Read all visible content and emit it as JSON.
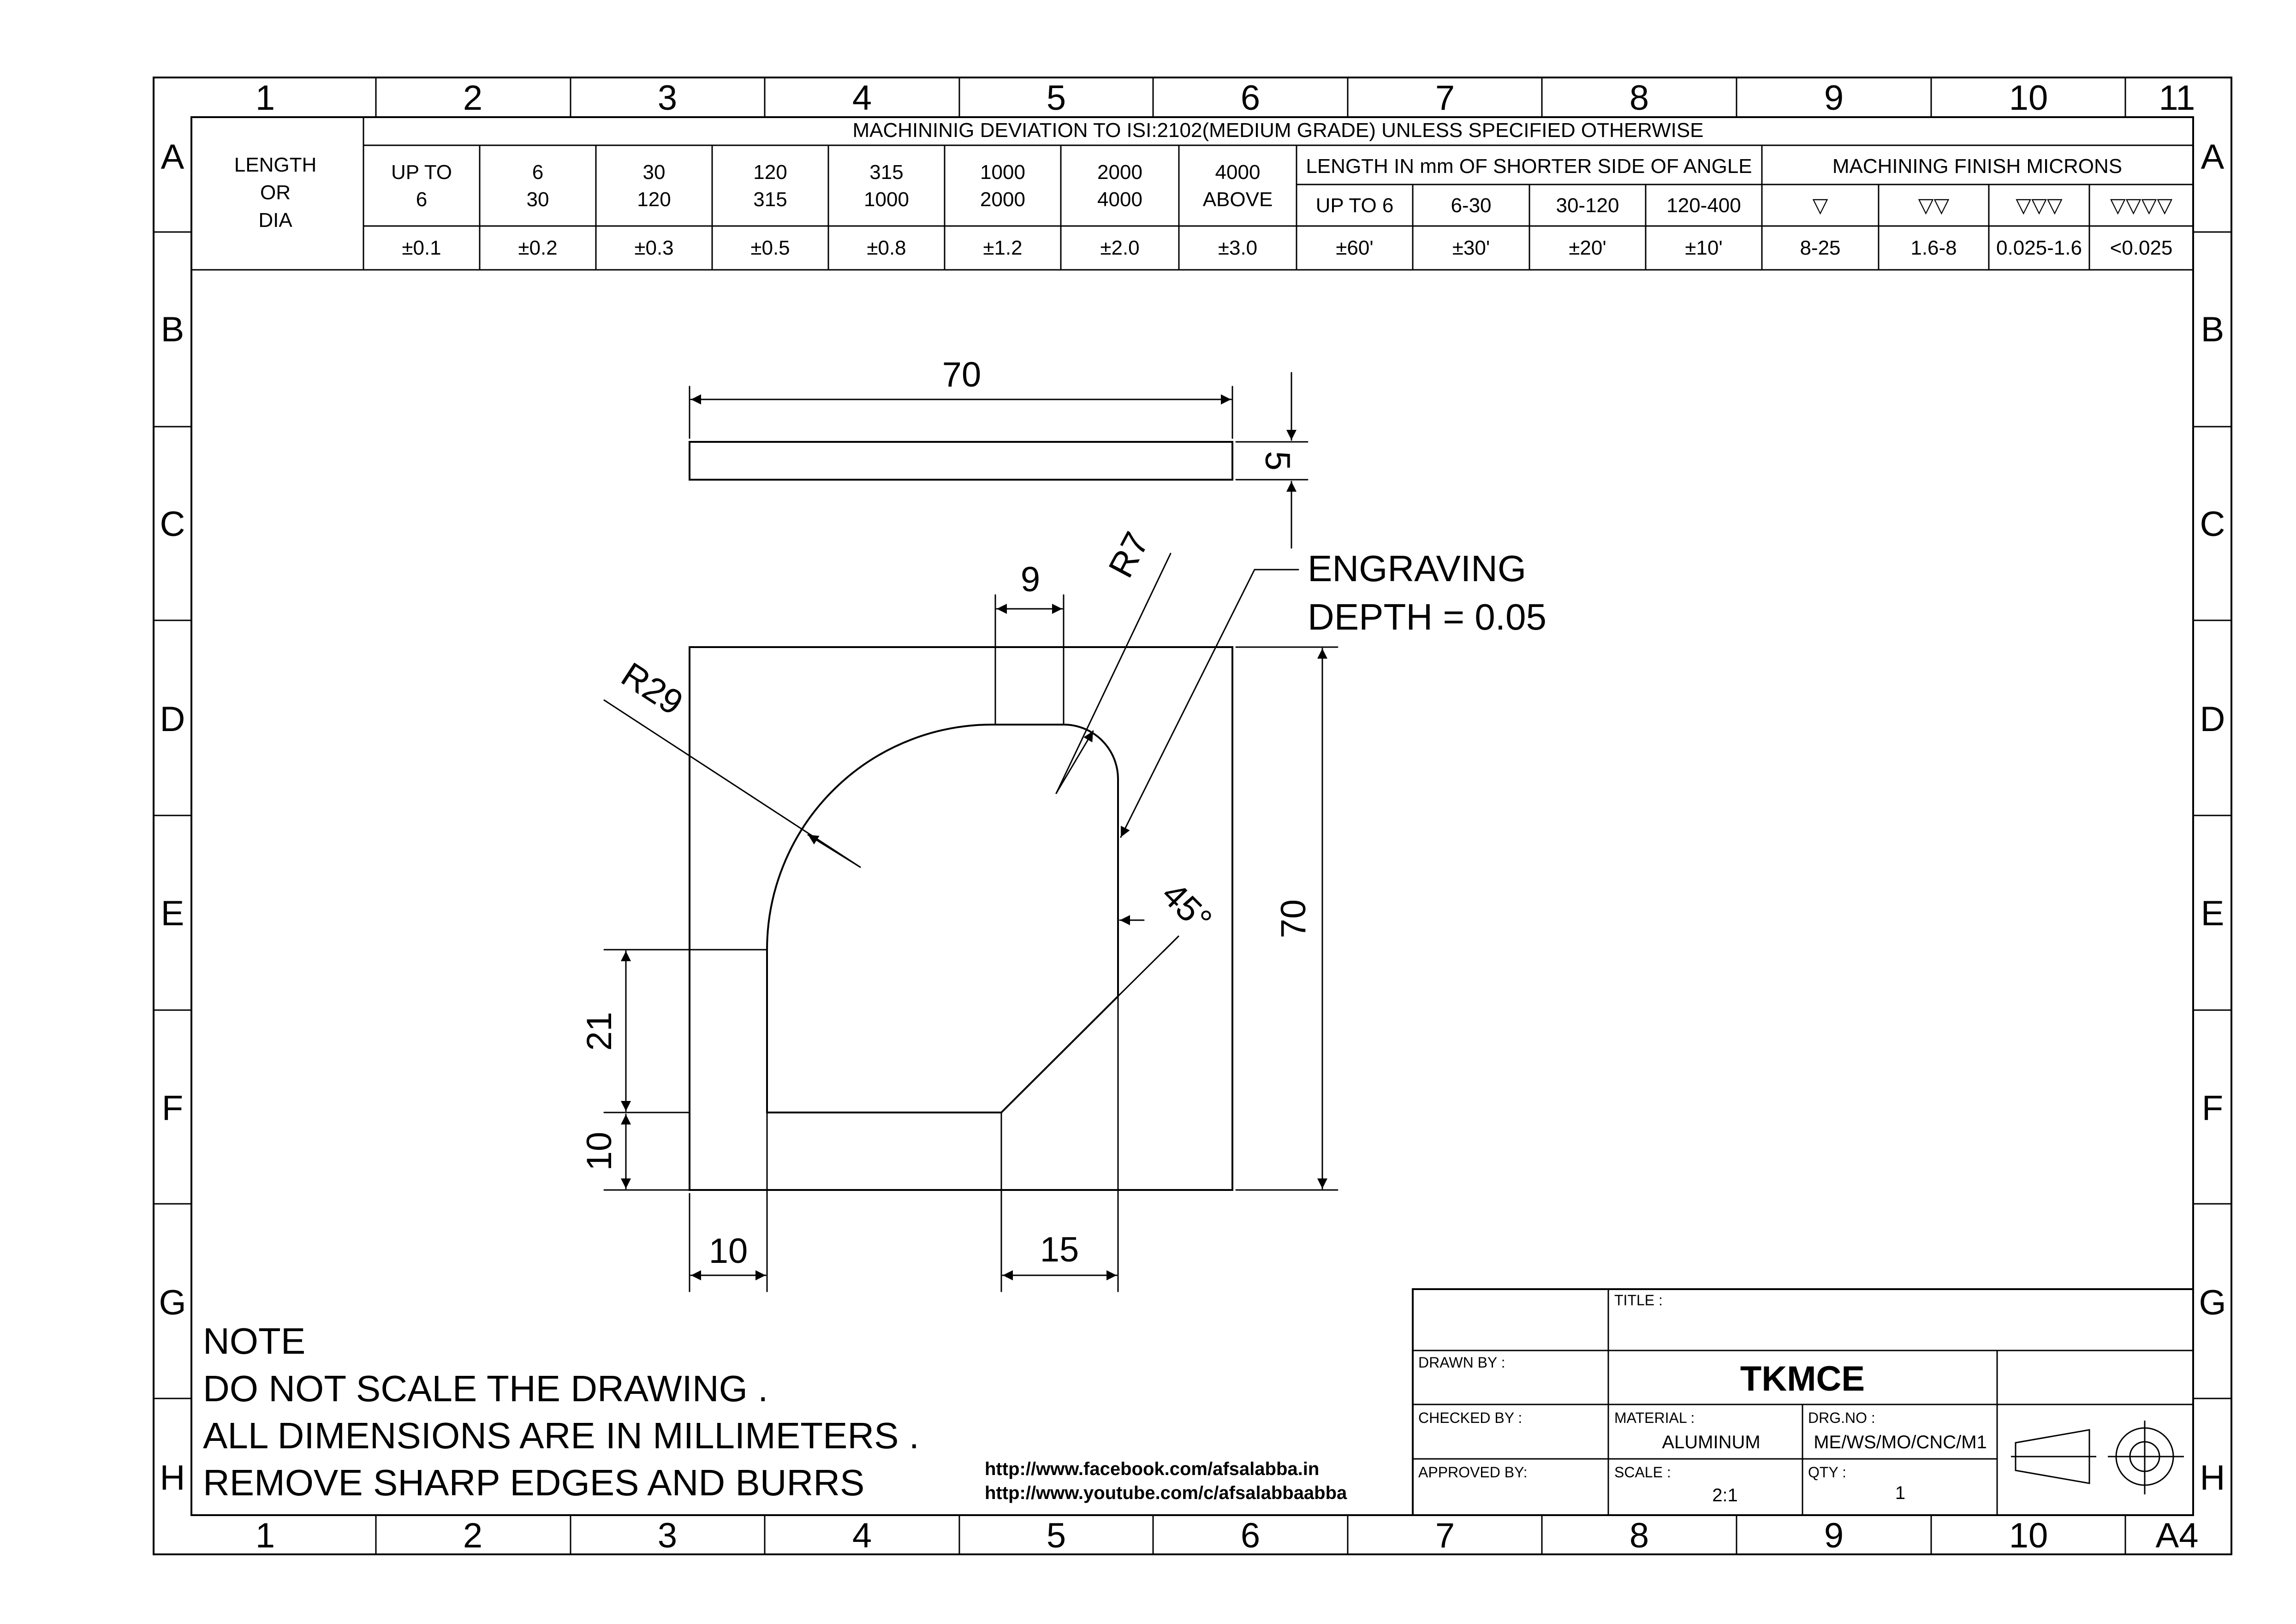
{
  "frame": {
    "columns": [
      "1",
      "2",
      "3",
      "4",
      "5",
      "6",
      "7",
      "8",
      "9",
      "10",
      "11"
    ],
    "bottom_columns": [
      "1",
      "2",
      "3",
      "4",
      "5",
      "6",
      "7",
      "8",
      "9",
      "10"
    ],
    "sheet_size": "A4",
    "rows": [
      "A",
      "B",
      "C",
      "D",
      "E",
      "F",
      "G",
      "H"
    ]
  },
  "tolerance_table": {
    "header": "MACHININIG DEVIATION TO ISI:2102(MEDIUM GRADE) UNLESS SPECIFIED OTHERWISE",
    "length_label": [
      "LENGTH",
      "OR",
      "DIA"
    ],
    "ranges": [
      {
        "top": "UP TO",
        "bottom": "6",
        "tol": "±0.1"
      },
      {
        "top": "6",
        "bottom": "30",
        "tol": "±0.2"
      },
      {
        "top": "30",
        "bottom": "120",
        "tol": "±0.3"
      },
      {
        "top": "120",
        "bottom": "315",
        "tol": "±0.5"
      },
      {
        "top": "315",
        "bottom": "1000",
        "tol": "±0.8"
      },
      {
        "top": "1000",
        "bottom": "2000",
        "tol": "±1.2"
      },
      {
        "top": "2000",
        "bottom": "4000",
        "tol": "±2.0"
      },
      {
        "top": "4000",
        "bottom": "ABOVE",
        "tol": "±3.0"
      }
    ],
    "angle_header": "LENGTH IN mm OF SHORTER SIDE OF ANGLE",
    "angles": [
      {
        "range": "UP TO 6",
        "tol": "±60'"
      },
      {
        "range": "6-30",
        "tol": "±30'"
      },
      {
        "range": "30-120",
        "tol": "±20'"
      },
      {
        "range": "120-400",
        "tol": "±10'"
      }
    ],
    "finish_header": "MACHINING FINISH MICRONS",
    "finishes": [
      {
        "symbol": "▽",
        "value": "8-25"
      },
      {
        "symbol": "▽▽",
        "value": "1.6-8"
      },
      {
        "symbol": "▽▽▽",
        "value": "0.025-1.6"
      },
      {
        "symbol": "▽▽▽▽",
        "value": "<0.025"
      }
    ]
  },
  "drawing": {
    "dim_length_top": "70",
    "dim_thickness": "5",
    "dim_height": "70",
    "dim_flat_top": "9",
    "dim_r7": "R7",
    "dim_r29": "R29",
    "dim_angle": "45°",
    "dim_21": "21",
    "dim_10_vertical": "10",
    "dim_10_horizontal": "10",
    "dim_15": "15",
    "engraving_line1": "ENGRAVING",
    "engraving_line2": "DEPTH = 0.05"
  },
  "notes": {
    "heading": "NOTE",
    "lines": [
      "DO NOT SCALE THE DRAWING .",
      "ALL DIMENSIONS ARE IN MILLIMETERS .",
      "REMOVE SHARP EDGES AND BURRS"
    ]
  },
  "links": {
    "facebook": "http://www.facebook.com/afsalabba.in",
    "youtube": "http://www.youtube.com/c/afsalabbaabba"
  },
  "title_block": {
    "title_label": "TITLE :",
    "drawn_by_label": "DRAWN BY :",
    "organization": "TKMCE",
    "checked_by_label": "CHECKED BY :",
    "material_label": "MATERIAL :",
    "material_value": "ALUMINUM",
    "drg_no_label": "DRG.NO :",
    "drg_no_value": "ME/WS/MO/CNC/M1",
    "approved_by_label": "APPROVED BY:",
    "scale_label": "SCALE :",
    "scale_value": "2:1",
    "qty_label": "QTY :",
    "qty_value": "1"
  }
}
